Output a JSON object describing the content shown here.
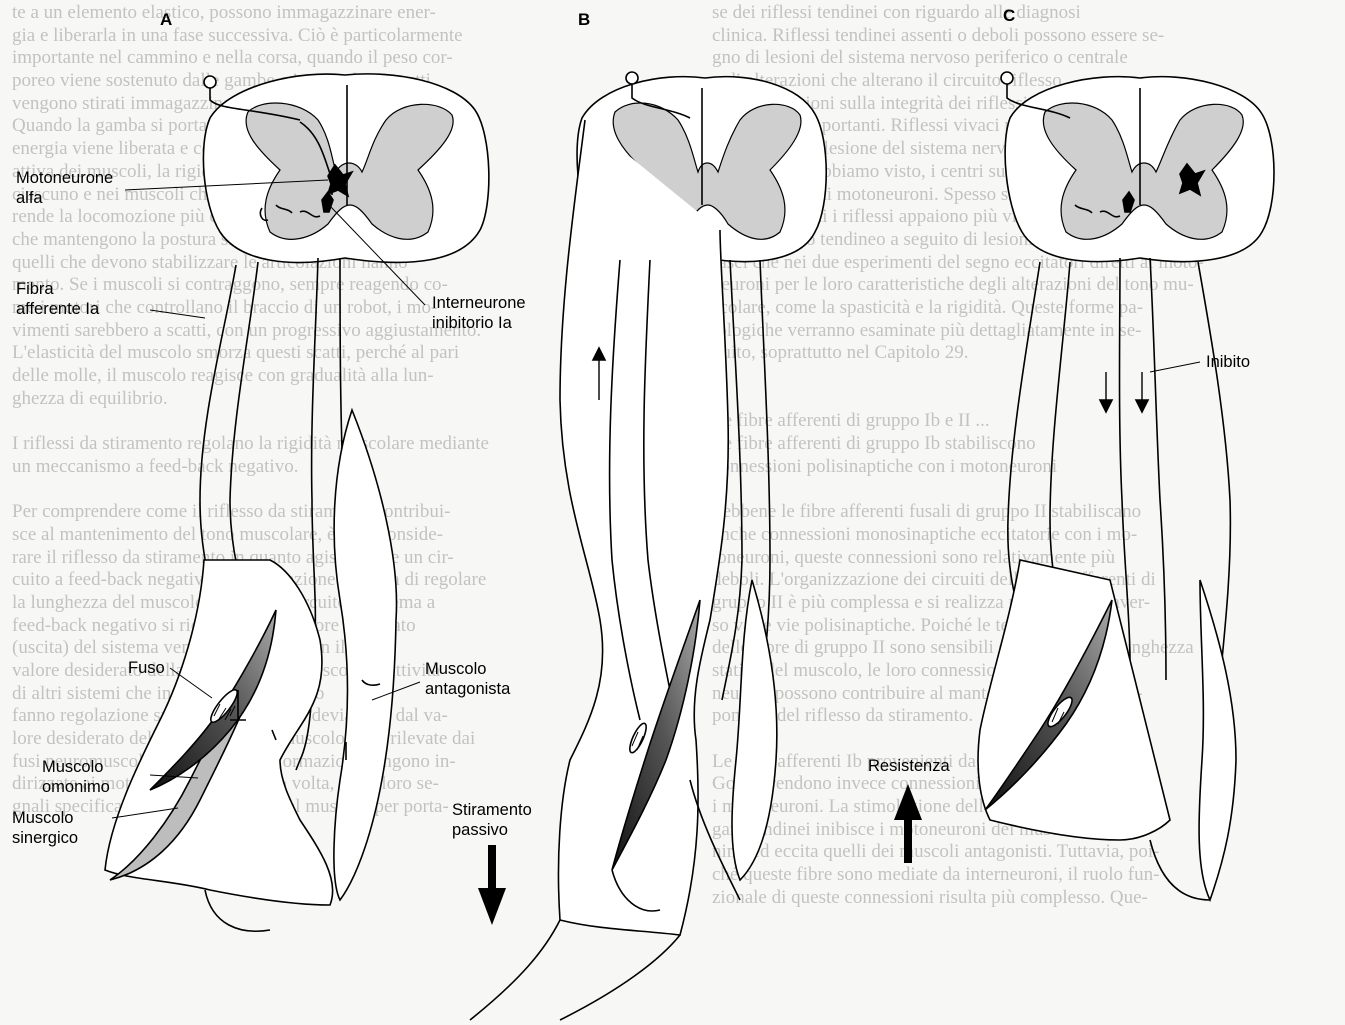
{
  "panels": {
    "a": "A",
    "b": "B",
    "c": "C"
  },
  "labels": {
    "motoneurone_line1": "Motoneurone",
    "motoneurone_line2": "alfa",
    "afferent_line1": "Fibra",
    "afferent_line2": "afferente Ia",
    "interneurone_line1": "Interneurone",
    "interneurone_line2": "inibitorio Ia",
    "spindle": "Fuso",
    "homonymous_line1": "Muscolo",
    "homonymous_line2": "omonimo",
    "synergist_line1": "Muscolo",
    "synergist_line2": "sinergico",
    "antagonist_line1": "Muscolo",
    "antagonist_line2": "antagonista",
    "passive_stretch_line1": "Stiramento",
    "passive_stretch_line2": "passivo",
    "inhibited": "Inibito",
    "resistance": "Resistenza"
  },
  "background_text": {
    "left": [
      "te a un elemento elastico, possono immagazzinare ener-",
      "gia e liberarla in una fase successiva. Ciò è particolarmente",
      "importante nel cammino e nella corsa, quando il peso cor-",
      "poreo viene sostenuto dalle gambe e i muscoli contratti",
      "vengono stirati immagazzinando energia meccanica.",
      "Quando la gamba si porta in avanti, una parte di questa",
      "energia viene liberata e contribuisce all'azione.",
      "attiva dei muscoli, la rigidità contribuisce al movimento di",
      "ciascuno e nei muscoli che si oppongono allo stiramento.",
      "rende la locomozione più efficiente. Se infine le proprietà",
      "che mantengono la postura si alterano, anche",
      "quelli che devono stabilizzare le articolazioni hanno",
      "mento. Se i muscoli si contraggono, sempre reagendo co-",
      "me i motori che controllano il braccio di un robot, i mo-",
      "vimenti sarebbero a scatti, con un progressivo aggiustamento.",
      "L'elasticità del muscolo smorza questi scatti, perché al pari",
      "delle molle, il muscolo reagisce con gradualità alla lun-",
      "ghezza di equilibrio.",
      "",
      "I riflessi da stiramento regolano la rigidità muscolare mediante",
      "un meccanismo a feed-back negativo.",
      "",
      "Per comprendere come il riflesso da stiramento contribui-",
      "sce al mantenimento del tono muscolare, è utile conside-",
      "rare il riflesso da stiramento in quanto agisce come un cir-",
      "cuito a feed-back negativo, la cui funzione è quella di regolare",
      "la lunghezza del muscolo. In questo circuito a sistema a",
      "feed-back negativo si richiede che il valore registrato",
      "(uscita) del sistema venga paragonato con il",
      "valore desiderato della lunghezza del muscolo. L'attività",
      "di altri sistemi che influenzano il circuito",
      "fanno regolazione sui motoneuroni. Le deviazioni dal va-",
      "lore desiderato della lunghezza del muscolo sono rilevate dai",
      "fusi neuromuscolari e le relative informazioni vengono in-",
      "dirizzate ai motoneuroni, che, a loro volta, con i loro se-",
      "gnali specificano la forza richiesta dal muscolo per porta-"
    ],
    "right": [
      "se dei riflessi tendinei con riguardo alle diagnosi",
      "clinica. Riflessi tendinei assenti o deboli possono essere se-",
      "gno di lesioni del sistema nervoso periferico o centrale",
      "o di alterazioni che alterano il circuito riflesso.",
      "Le informazioni sulla integrità dei riflessi tendinei",
      "sono molto importanti. Riflessi vivaci possono essere",
      "l'indice di una lesione del sistema nervoso centrale.",
      "Infatti, come abbiamo visto, i centri superiori esercitano",
      "un'influenza sui motoneuroni. Spesso si rileva iperreflessia",
      "negli arti in cui i riflessi appaiono più vivaci. I riflessi",
      "con il riflesso tendineo a seguito di lesioni a livello dei",
      "fasci che nei due esperimenti del segno eccitatori diretti ai moto-",
      "neuroni per le loro caratteristiche degli alterazioni del tono mu-",
      "scolare, come la spasticità e la rigidità. Queste forme pa-",
      "tologiche verranno esaminate più dettagliatamente in se-",
      "guito, soprattutto nel Capitolo 29.",
      "",
      "",
      "Le fibre afferenti di gruppo Ib e II ...",
      "Le fibre afferenti di gruppo Ib stabiliscono",
      "connessioni polisinaptiche con i motoneuroni",
      "",
      "Sebbene le fibre afferenti fusali di gruppo II stabiliscano",
      "anche connessioni monosinaptiche eccitatorie con i mo-",
      "toneuroni, queste connessioni sono relativamente più",
      "deboli. L'organizzazione dei circuiti delle fibre afferenti di",
      "gruppo II è più complessa e si realizza per lo più attraver-",
      "so varie vie polisinaptiche. Poiché le terminazioni",
      "delle fibre di gruppo II sono sensibili soprattutto alla lunghezza",
      "statica del muscolo, le loro connessioni con i moto-",
      "neuroni possono contribuire al mantenimento della com-",
      "ponente del riflesso da stiramento.",
      "",
      "Le fibre afferenti Ib provenienti dagli organi tendinei del",
      "Golgi prendono invece connessioni polisinaptiche con",
      "i motoneuroni. La stimolazione delle afferenti degli or-",
      "gani tendinei inibisce i motoneuroni dei muscoli omo-",
      "nimi ed eccita quelli dei muscoli antagonisti. Tuttavia, poi-",
      "ché queste fibre sono mediate da interneuroni, il ruolo fun-",
      "zionale di queste connessioni risulta più complesso. Que-"
    ]
  }
}
